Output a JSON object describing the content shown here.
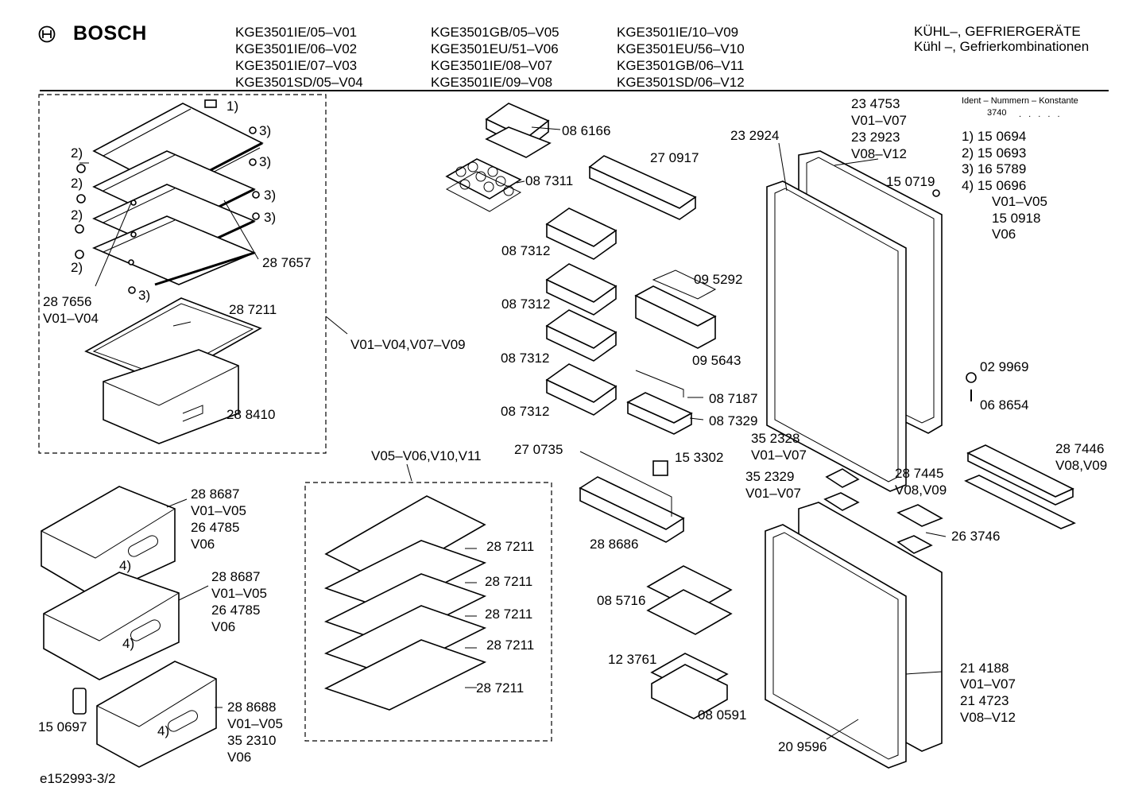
{
  "header": {
    "brand": "BOSCH",
    "models_col1": [
      "KGE3501IE/05–V01",
      "KGE3501IE/06–V02",
      "KGE3501IE/07–V03",
      "KGE3501SD/05–V04"
    ],
    "models_col2": [
      "KGE3501GB/05–V05",
      "KGE3501EU/51–V06",
      "KGE3501IE/08–V07",
      "KGE3501IE/09–V08"
    ],
    "models_col3": [
      "KGE3501IE/10–V09",
      "KGE3501EU/56–V10",
      "KGE3501GB/06–V11",
      "KGE3501SD/06–V12"
    ],
    "category_line1": "KÜHL–, GEFRIERGERÄTE",
    "category_line2": "Kühl –, Gefrierkombinationen"
  },
  "ident": {
    "title": "Ident – Nummern – Konstante",
    "code": "3740",
    "dots": ". . . . ."
  },
  "legend": [
    "1)  15 0694",
    "2)  15 0693",
    "3)  16 5789",
    "4)  15 0696",
    "V01–V05",
    "15 0918",
    "V06"
  ],
  "footer": {
    "drawing_id": "e152993-3/2"
  },
  "labels": [
    {
      "id": "shelf-top-1",
      "text": "1)"
    },
    {
      "id": "lbl-3a",
      "text": "3)"
    },
    {
      "id": "lbl-3b",
      "text": "3)"
    },
    {
      "id": "lbl-3c",
      "text": "3)"
    },
    {
      "id": "lbl-3d",
      "text": "3)"
    },
    {
      "id": "lbl-3e",
      "text": "3)"
    },
    {
      "id": "lbl-2a",
      "text": "2)"
    },
    {
      "id": "lbl-2b",
      "text": "2)"
    },
    {
      "id": "lbl-2c",
      "text": "2)"
    },
    {
      "id": "lbl-2d",
      "text": "2)"
    },
    {
      "id": "p287657",
      "text": "28 7657"
    },
    {
      "id": "p287656",
      "text": "28 7656"
    },
    {
      "id": "v0104a",
      "text": "V01–V04"
    },
    {
      "id": "p287211a",
      "text": "28 7211"
    },
    {
      "id": "p288410",
      "text": "28 8410"
    },
    {
      "id": "v0104v0709",
      "text": "V01–V04,V07–V09"
    },
    {
      "id": "p086166",
      "text": "08 6166"
    },
    {
      "id": "p087311",
      "text": "08 7311"
    },
    {
      "id": "p270917",
      "text": "27 0917"
    },
    {
      "id": "p087312a",
      "text": "08 7312"
    },
    {
      "id": "p087312b",
      "text": "08 7312"
    },
    {
      "id": "p087312c",
      "text": "08 7312"
    },
    {
      "id": "p087312d",
      "text": "08 7312"
    },
    {
      "id": "p095292",
      "text": "09 5292"
    },
    {
      "id": "p095643",
      "text": "09 5643"
    },
    {
      "id": "p087187",
      "text": "08 7187"
    },
    {
      "id": "p087329",
      "text": "08 7329"
    },
    {
      "id": "p270735",
      "text": "27 0735"
    },
    {
      "id": "p153302",
      "text": "15 3302"
    },
    {
      "id": "p288686",
      "text": "28 8686"
    },
    {
      "id": "p085716",
      "text": "08 5716"
    },
    {
      "id": "p123761",
      "text": "12 3761"
    },
    {
      "id": "p080591",
      "text": "08 0591"
    },
    {
      "id": "p234753",
      "text": "23 4753"
    },
    {
      "id": "v0107a",
      "text": "V01–V07"
    },
    {
      "id": "p232923",
      "text": "23 2923"
    },
    {
      "id": "v0812a",
      "text": "V08–V12"
    },
    {
      "id": "p232924",
      "text": "23 2924"
    },
    {
      "id": "p150719",
      "text": "15 0719"
    },
    {
      "id": "p029969",
      "text": "02 9969"
    },
    {
      "id": "p068654",
      "text": "06 8654"
    },
    {
      "id": "p352328",
      "text": "35 2328"
    },
    {
      "id": "v0107b",
      "text": "V01–V07"
    },
    {
      "id": "p352329",
      "text": "35 2329"
    },
    {
      "id": "v0107c",
      "text": "V01–V07"
    },
    {
      "id": "p287446",
      "text": "28 7446"
    },
    {
      "id": "v0809a",
      "text": "V08,V09"
    },
    {
      "id": "p287445",
      "text": "28 7445"
    },
    {
      "id": "v0809b",
      "text": "V08,V09"
    },
    {
      "id": "p263746",
      "text": "26 3746"
    },
    {
      "id": "p214188",
      "text": "21 4188"
    },
    {
      "id": "v0107d",
      "text": "V01–V07"
    },
    {
      "id": "p214723",
      "text": "21 4723"
    },
    {
      "id": "v0812b",
      "text": "V08–V12"
    },
    {
      "id": "p209596",
      "text": "20 9596"
    },
    {
      "id": "v0506v1011",
      "text": "V05–V06,V10,V11"
    },
    {
      "id": "p287211b",
      "text": "28 7211"
    },
    {
      "id": "p287211c",
      "text": "28 7211"
    },
    {
      "id": "p287211d",
      "text": "28 7211"
    },
    {
      "id": "p287211e",
      "text": "28 7211"
    },
    {
      "id": "p287211f",
      "text": "28 7211"
    },
    {
      "id": "p288687a",
      "text": "28 8687"
    },
    {
      "id": "v0105a",
      "text": "V01–V05"
    },
    {
      "id": "p264785a",
      "text": "26 4785"
    },
    {
      "id": "v06a",
      "text": "V06"
    },
    {
      "id": "lbl-4a",
      "text": "4)"
    },
    {
      "id": "p288687b",
      "text": "28 8687"
    },
    {
      "id": "v0105b",
      "text": "V01–V05"
    },
    {
      "id": "p264785b",
      "text": "26 4785"
    },
    {
      "id": "v06b",
      "text": "V06"
    },
    {
      "id": "lbl-4b",
      "text": "4)"
    },
    {
      "id": "p288688",
      "text": "28 8688"
    },
    {
      "id": "v0105c",
      "text": "V01–V05"
    },
    {
      "id": "p352310",
      "text": "35 2310"
    },
    {
      "id": "v06c",
      "text": "V06"
    },
    {
      "id": "lbl-4c",
      "text": "4)"
    },
    {
      "id": "p150697",
      "text": "15 0697"
    }
  ]
}
